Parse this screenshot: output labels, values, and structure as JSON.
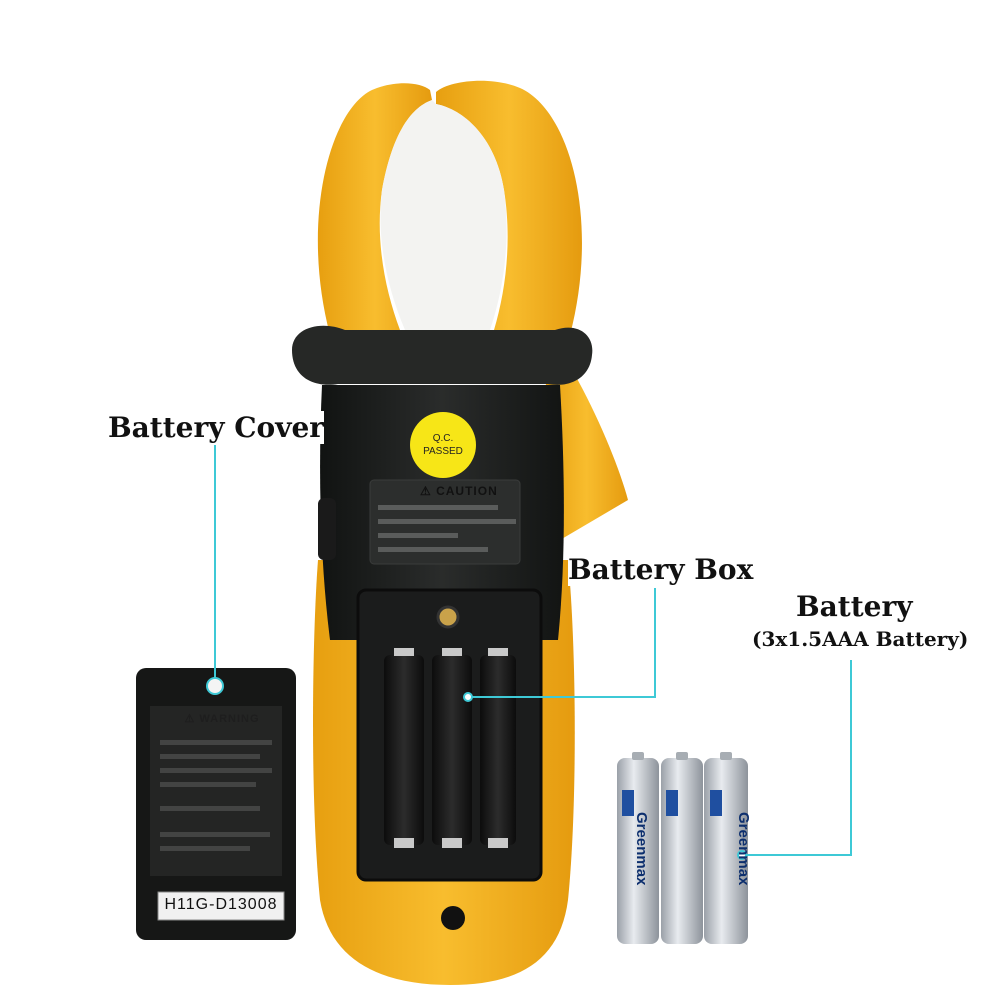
{
  "labels": {
    "battery_cover": "Battery Cover",
    "battery_box": "Battery Box",
    "battery": "Battery",
    "battery_spec": "(3x1.5AAA Battery)"
  },
  "device": {
    "qc_line1": "Q.C.",
    "qc_line2": "PASSED",
    "caution": "⚠ CAUTION"
  },
  "cover": {
    "warning": "⚠ WARNING",
    "serial": "H11G-D13008"
  },
  "batteries": {
    "brand": "Greenmax",
    "size": "AAA"
  },
  "colors": {
    "body_yellow": "#f6b21c",
    "body_black": "#1d1f1e",
    "leader_line": "#3ec9d6",
    "qc_sticker": "#f7e617",
    "battery_silver": "#c9cdd2",
    "battery_blue": "#1f4fa0"
  }
}
